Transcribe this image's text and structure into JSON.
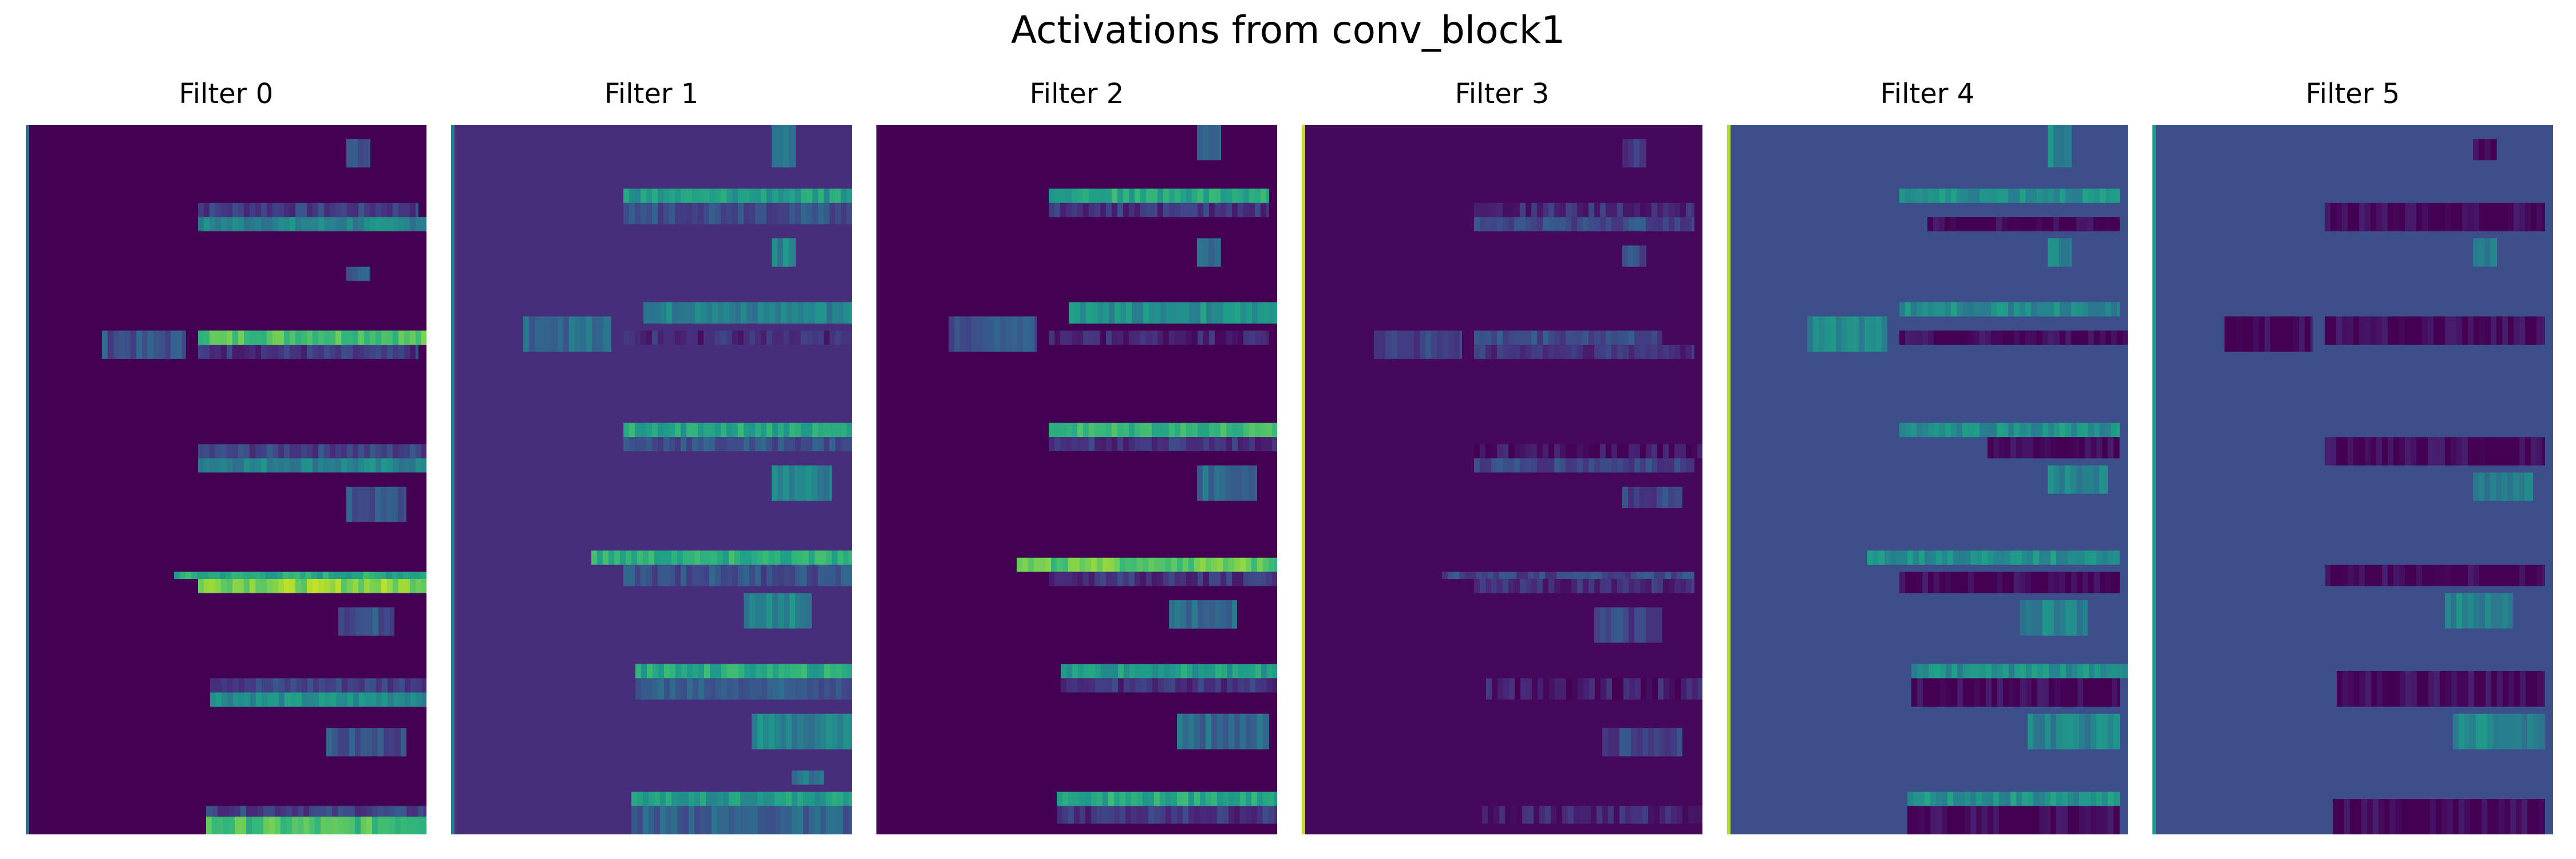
{
  "figure": {
    "title": "Activations from conv_block1"
  },
  "chart_data": {
    "type": "heatmap",
    "title": "Activations from conv_block1",
    "colormap": "viridis",
    "grid": false,
    "axes_visible": false,
    "value_range": [
      0,
      1
    ],
    "panels": [
      {
        "title": "Filter 0",
        "background": 0.0,
        "left_edge": 0.35,
        "bands": [
          {
            "x0": 0.8,
            "x1": 0.86,
            "y0": 0.02,
            "y1": 0.06,
            "v": 0.28
          },
          {
            "x0": 0.43,
            "x1": 0.98,
            "y0": 0.11,
            "y1": 0.13,
            "v": 0.18
          },
          {
            "x0": 0.43,
            "x1": 1.0,
            "y0": 0.13,
            "y1": 0.15,
            "v": 0.45
          },
          {
            "x0": 0.8,
            "x1": 0.86,
            "y0": 0.2,
            "y1": 0.22,
            "v": 0.3
          },
          {
            "x0": 0.19,
            "x1": 0.4,
            "y0": 0.29,
            "y1": 0.33,
            "v": 0.25
          },
          {
            "x0": 0.43,
            "x1": 1.0,
            "y0": 0.29,
            "y1": 0.31,
            "v": 0.72
          },
          {
            "x0": 0.43,
            "x1": 0.98,
            "y0": 0.31,
            "y1": 0.33,
            "v": 0.15
          },
          {
            "x0": 0.43,
            "x1": 1.0,
            "y0": 0.45,
            "y1": 0.47,
            "v": 0.2
          },
          {
            "x0": 0.43,
            "x1": 1.0,
            "y0": 0.47,
            "y1": 0.49,
            "v": 0.45
          },
          {
            "x0": 0.8,
            "x1": 0.95,
            "y0": 0.51,
            "y1": 0.56,
            "v": 0.25
          },
          {
            "x0": 0.37,
            "x1": 1.0,
            "y0": 0.63,
            "y1": 0.64,
            "v": 0.6
          },
          {
            "x0": 0.43,
            "x1": 1.0,
            "y0": 0.64,
            "y1": 0.66,
            "v": 0.82
          },
          {
            "x0": 0.78,
            "x1": 0.92,
            "y0": 0.68,
            "y1": 0.72,
            "v": 0.25
          },
          {
            "x0": 0.46,
            "x1": 1.0,
            "y0": 0.78,
            "y1": 0.8,
            "v": 0.2
          },
          {
            "x0": 0.46,
            "x1": 1.0,
            "y0": 0.8,
            "y1": 0.82,
            "v": 0.5
          },
          {
            "x0": 0.75,
            "x1": 0.95,
            "y0": 0.85,
            "y1": 0.89,
            "v": 0.25
          },
          {
            "x0": 0.45,
            "x1": 1.0,
            "y0": 0.96,
            "y1": 0.975,
            "v": 0.2
          },
          {
            "x0": 0.45,
            "x1": 1.0,
            "y0": 0.975,
            "y1": 1.0,
            "v": 0.7
          }
        ]
      },
      {
        "title": "Filter 1",
        "background": 0.13,
        "left_edge": 0.45,
        "bands": [
          {
            "x0": 0.8,
            "x1": 0.86,
            "y0": 0.0,
            "y1": 0.06,
            "v": 0.4
          },
          {
            "x0": 0.43,
            "x1": 1.0,
            "y0": 0.09,
            "y1": 0.11,
            "v": 0.55
          },
          {
            "x0": 0.43,
            "x1": 1.0,
            "y0": 0.11,
            "y1": 0.14,
            "v": 0.25
          },
          {
            "x0": 0.8,
            "x1": 0.86,
            "y0": 0.16,
            "y1": 0.2,
            "v": 0.45
          },
          {
            "x0": 0.48,
            "x1": 1.0,
            "y0": 0.25,
            "y1": 0.28,
            "v": 0.45
          },
          {
            "x0": 0.18,
            "x1": 0.4,
            "y0": 0.27,
            "y1": 0.32,
            "v": 0.35
          },
          {
            "x0": 0.43,
            "x1": 1.0,
            "y0": 0.29,
            "y1": 0.31,
            "v": 0.12
          },
          {
            "x0": 0.43,
            "x1": 1.0,
            "y0": 0.42,
            "y1": 0.44,
            "v": 0.6
          },
          {
            "x0": 0.43,
            "x1": 1.0,
            "y0": 0.44,
            "y1": 0.46,
            "v": 0.25
          },
          {
            "x0": 0.8,
            "x1": 0.95,
            "y0": 0.48,
            "y1": 0.53,
            "v": 0.45
          },
          {
            "x0": 0.35,
            "x1": 1.0,
            "y0": 0.6,
            "y1": 0.62,
            "v": 0.62
          },
          {
            "x0": 0.43,
            "x1": 1.0,
            "y0": 0.62,
            "y1": 0.65,
            "v": 0.25
          },
          {
            "x0": 0.73,
            "x1": 0.9,
            "y0": 0.66,
            "y1": 0.71,
            "v": 0.45
          },
          {
            "x0": 0.46,
            "x1": 1.0,
            "y0": 0.76,
            "y1": 0.78,
            "v": 0.6
          },
          {
            "x0": 0.46,
            "x1": 1.0,
            "y0": 0.78,
            "y1": 0.81,
            "v": 0.3
          },
          {
            "x0": 0.75,
            "x1": 1.0,
            "y0": 0.83,
            "y1": 0.88,
            "v": 0.45
          },
          {
            "x0": 0.85,
            "x1": 0.93,
            "y0": 0.91,
            "y1": 0.93,
            "v": 0.4
          },
          {
            "x0": 0.45,
            "x1": 1.0,
            "y0": 0.94,
            "y1": 0.96,
            "v": 0.55
          },
          {
            "x0": 0.45,
            "x1": 1.0,
            "y0": 0.96,
            "y1": 1.0,
            "v": 0.3
          }
        ]
      },
      {
        "title": "Filter 2",
        "background": 0.0,
        "left_edge": 0.02,
        "bands": [
          {
            "x0": 0.8,
            "x1": 0.86,
            "y0": 0.0,
            "y1": 0.05,
            "v": 0.35
          },
          {
            "x0": 0.43,
            "x1": 0.98,
            "y0": 0.09,
            "y1": 0.11,
            "v": 0.6
          },
          {
            "x0": 0.43,
            "x1": 0.98,
            "y0": 0.11,
            "y1": 0.13,
            "v": 0.15
          },
          {
            "x0": 0.8,
            "x1": 0.86,
            "y0": 0.16,
            "y1": 0.2,
            "v": 0.35
          },
          {
            "x0": 0.48,
            "x1": 1.0,
            "y0": 0.25,
            "y1": 0.28,
            "v": 0.5
          },
          {
            "x0": 0.18,
            "x1": 0.4,
            "y0": 0.27,
            "y1": 0.32,
            "v": 0.25
          },
          {
            "x0": 0.43,
            "x1": 0.98,
            "y0": 0.29,
            "y1": 0.31,
            "v": 0.1
          },
          {
            "x0": 0.43,
            "x1": 1.0,
            "y0": 0.42,
            "y1": 0.44,
            "v": 0.65
          },
          {
            "x0": 0.43,
            "x1": 1.0,
            "y0": 0.44,
            "y1": 0.46,
            "v": 0.15
          },
          {
            "x0": 0.8,
            "x1": 0.95,
            "y0": 0.48,
            "y1": 0.53,
            "v": 0.35
          },
          {
            "x0": 0.35,
            "x1": 1.0,
            "y0": 0.61,
            "y1": 0.63,
            "v": 0.75
          },
          {
            "x0": 0.43,
            "x1": 1.0,
            "y0": 0.63,
            "y1": 0.65,
            "v": 0.15
          },
          {
            "x0": 0.73,
            "x1": 0.9,
            "y0": 0.67,
            "y1": 0.71,
            "v": 0.35
          },
          {
            "x0": 0.46,
            "x1": 1.0,
            "y0": 0.76,
            "y1": 0.78,
            "v": 0.55
          },
          {
            "x0": 0.46,
            "x1": 1.0,
            "y0": 0.78,
            "y1": 0.8,
            "v": 0.15
          },
          {
            "x0": 0.75,
            "x1": 0.98,
            "y0": 0.83,
            "y1": 0.88,
            "v": 0.35
          },
          {
            "x0": 0.45,
            "x1": 1.0,
            "y0": 0.94,
            "y1": 0.96,
            "v": 0.6
          },
          {
            "x0": 0.45,
            "x1": 1.0,
            "y0": 0.96,
            "y1": 0.985,
            "v": 0.15
          }
        ]
      },
      {
        "title": "Filter 3",
        "background": 0.02,
        "left_edge": 0.9,
        "bands": [
          {
            "x0": 0.8,
            "x1": 0.86,
            "y0": 0.02,
            "y1": 0.06,
            "v": 0.18
          },
          {
            "x0": 0.43,
            "x1": 0.98,
            "y0": 0.11,
            "y1": 0.13,
            "v": 0.12
          },
          {
            "x0": 0.43,
            "x1": 0.98,
            "y0": 0.13,
            "y1": 0.15,
            "v": 0.22
          },
          {
            "x0": 0.8,
            "x1": 0.86,
            "y0": 0.17,
            "y1": 0.2,
            "v": 0.25
          },
          {
            "x0": 0.18,
            "x1": 0.4,
            "y0": 0.29,
            "y1": 0.33,
            "v": 0.2
          },
          {
            "x0": 0.43,
            "x1": 0.9,
            "y0": 0.29,
            "y1": 0.31,
            "v": 0.22
          },
          {
            "x0": 0.43,
            "x1": 0.98,
            "y0": 0.31,
            "y1": 0.33,
            "v": 0.15
          },
          {
            "x0": 0.43,
            "x1": 1.0,
            "y0": 0.45,
            "y1": 0.47,
            "v": 0.05
          },
          {
            "x0": 0.43,
            "x1": 0.98,
            "y0": 0.47,
            "y1": 0.49,
            "v": 0.2
          },
          {
            "x0": 0.8,
            "x1": 0.95,
            "y0": 0.51,
            "y1": 0.54,
            "v": 0.2
          },
          {
            "x0": 0.35,
            "x1": 0.98,
            "y0": 0.63,
            "y1": 0.64,
            "v": 0.22
          },
          {
            "x0": 0.43,
            "x1": 0.98,
            "y0": 0.64,
            "y1": 0.66,
            "v": 0.12
          },
          {
            "x0": 0.73,
            "x1": 0.9,
            "y0": 0.68,
            "y1": 0.73,
            "v": 0.2
          },
          {
            "x0": 0.46,
            "x1": 1.0,
            "y0": 0.78,
            "y1": 0.81,
            "v": 0.08
          },
          {
            "x0": 0.75,
            "x1": 0.95,
            "y0": 0.85,
            "y1": 0.89,
            "v": 0.2
          },
          {
            "x0": 0.45,
            "x1": 1.0,
            "y0": 0.96,
            "y1": 0.985,
            "v": 0.1
          }
        ]
      },
      {
        "title": "Filter 4",
        "background": 0.24,
        "left_edge": 0.88,
        "bands": [
          {
            "x0": 0.8,
            "x1": 0.86,
            "y0": 0.0,
            "y1": 0.06,
            "v": 0.45
          },
          {
            "x0": 0.43,
            "x1": 0.98,
            "y0": 0.09,
            "y1": 0.11,
            "v": 0.5
          },
          {
            "x0": 0.5,
            "x1": 0.98,
            "y0": 0.13,
            "y1": 0.15,
            "v": 0.0
          },
          {
            "x0": 0.8,
            "x1": 0.86,
            "y0": 0.16,
            "y1": 0.2,
            "v": 0.45
          },
          {
            "x0": 0.43,
            "x1": 0.98,
            "y0": 0.25,
            "y1": 0.27,
            "v": 0.48
          },
          {
            "x0": 0.2,
            "x1": 0.4,
            "y0": 0.27,
            "y1": 0.32,
            "v": 0.45
          },
          {
            "x0": 0.43,
            "x1": 1.0,
            "y0": 0.29,
            "y1": 0.31,
            "v": 0.0
          },
          {
            "x0": 0.43,
            "x1": 0.98,
            "y0": 0.42,
            "y1": 0.44,
            "v": 0.5
          },
          {
            "x0": 0.65,
            "x1": 0.98,
            "y0": 0.44,
            "y1": 0.47,
            "v": 0.0
          },
          {
            "x0": 0.8,
            "x1": 0.95,
            "y0": 0.48,
            "y1": 0.52,
            "v": 0.45
          },
          {
            "x0": 0.35,
            "x1": 0.98,
            "y0": 0.6,
            "y1": 0.62,
            "v": 0.5
          },
          {
            "x0": 0.43,
            "x1": 0.98,
            "y0": 0.63,
            "y1": 0.66,
            "v": 0.0
          },
          {
            "x0": 0.73,
            "x1": 0.9,
            "y0": 0.67,
            "y1": 0.72,
            "v": 0.45
          },
          {
            "x0": 0.46,
            "x1": 1.0,
            "y0": 0.76,
            "y1": 0.78,
            "v": 0.5
          },
          {
            "x0": 0.46,
            "x1": 0.98,
            "y0": 0.78,
            "y1": 0.82,
            "v": 0.0
          },
          {
            "x0": 0.75,
            "x1": 0.98,
            "y0": 0.83,
            "y1": 0.88,
            "v": 0.45
          },
          {
            "x0": 0.45,
            "x1": 0.98,
            "y0": 0.94,
            "y1": 0.96,
            "v": 0.5
          },
          {
            "x0": 0.45,
            "x1": 0.98,
            "y0": 0.96,
            "y1": 1.0,
            "v": 0.0
          }
        ]
      },
      {
        "title": "Filter 5",
        "background": 0.24,
        "left_edge": 0.55,
        "bands": [
          {
            "x0": 0.8,
            "x1": 0.86,
            "y0": 0.02,
            "y1": 0.05,
            "v": 0.0
          },
          {
            "x0": 0.43,
            "x1": 0.98,
            "y0": 0.11,
            "y1": 0.15,
            "v": 0.0
          },
          {
            "x0": 0.8,
            "x1": 0.86,
            "y0": 0.16,
            "y1": 0.2,
            "v": 0.45
          },
          {
            "x0": 0.18,
            "x1": 0.4,
            "y0": 0.27,
            "y1": 0.32,
            "v": 0.0
          },
          {
            "x0": 0.43,
            "x1": 0.98,
            "y0": 0.27,
            "y1": 0.31,
            "v": 0.0
          },
          {
            "x0": 0.43,
            "x1": 0.98,
            "y0": 0.44,
            "y1": 0.48,
            "v": 0.0
          },
          {
            "x0": 0.8,
            "x1": 0.95,
            "y0": 0.49,
            "y1": 0.53,
            "v": 0.45
          },
          {
            "x0": 0.43,
            "x1": 0.98,
            "y0": 0.62,
            "y1": 0.65,
            "v": 0.0
          },
          {
            "x0": 0.73,
            "x1": 0.9,
            "y0": 0.66,
            "y1": 0.71,
            "v": 0.45
          },
          {
            "x0": 0.46,
            "x1": 0.98,
            "y0": 0.77,
            "y1": 0.82,
            "v": 0.0
          },
          {
            "x0": 0.75,
            "x1": 0.98,
            "y0": 0.83,
            "y1": 0.88,
            "v": 0.45
          },
          {
            "x0": 0.45,
            "x1": 0.98,
            "y0": 0.95,
            "y1": 1.0,
            "v": 0.0
          }
        ]
      }
    ]
  }
}
